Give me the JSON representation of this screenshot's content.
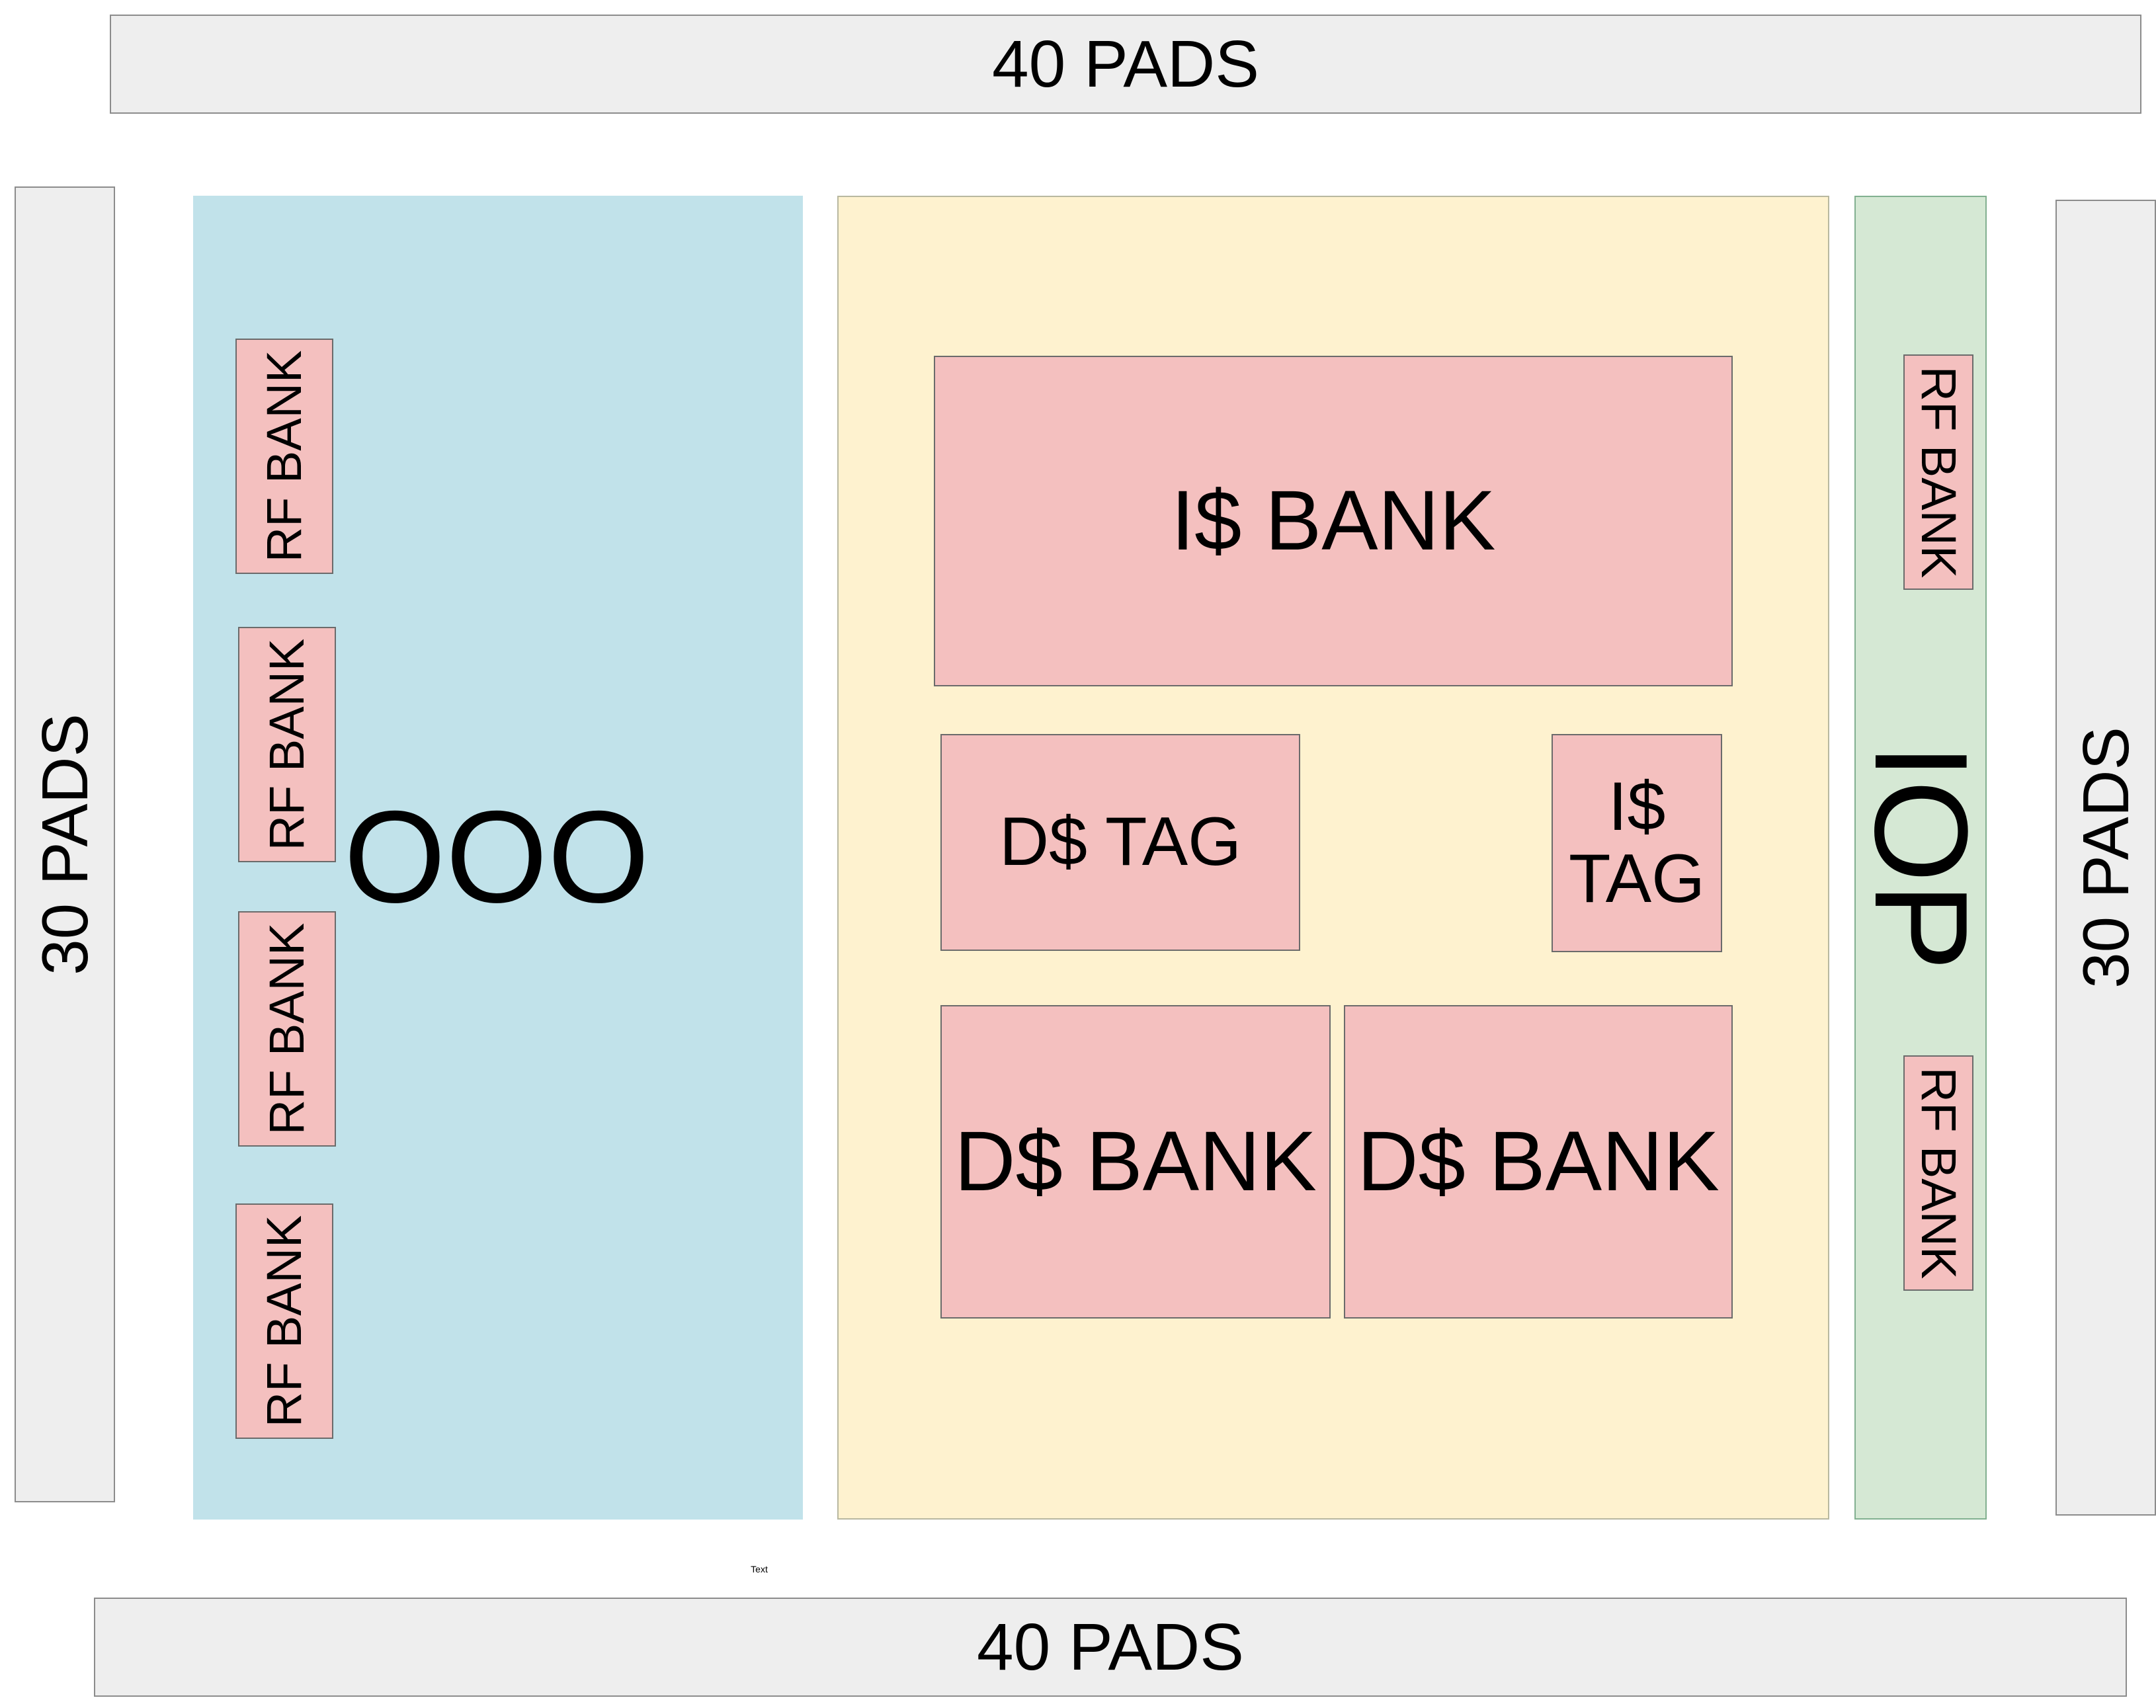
{
  "pads": {
    "top": "40 PADS",
    "bottom": "40 PADS",
    "left": "30 PADS",
    "right": "30 PADS"
  },
  "ooo": {
    "label": "OOO",
    "rf_banks": [
      "RF BANK",
      "RF BANK",
      "RF BANK",
      "RF BANK"
    ]
  },
  "cache": {
    "ibank": "I$ BANK",
    "dtag": "D$ TAG",
    "itag": "I$\nTAG",
    "dbanks": [
      "D$ BANK",
      "D$ BANK"
    ]
  },
  "iop": {
    "label": "IOP",
    "rf_banks": [
      "RF BANK",
      "RF BANK"
    ]
  },
  "stray_text": "Text",
  "colors": {
    "pads": "#eeeeee",
    "ooo": "#c1e2ea",
    "cache": "#fef2cf",
    "iop": "#d5e8d4",
    "block": "#f4c0bf"
  }
}
